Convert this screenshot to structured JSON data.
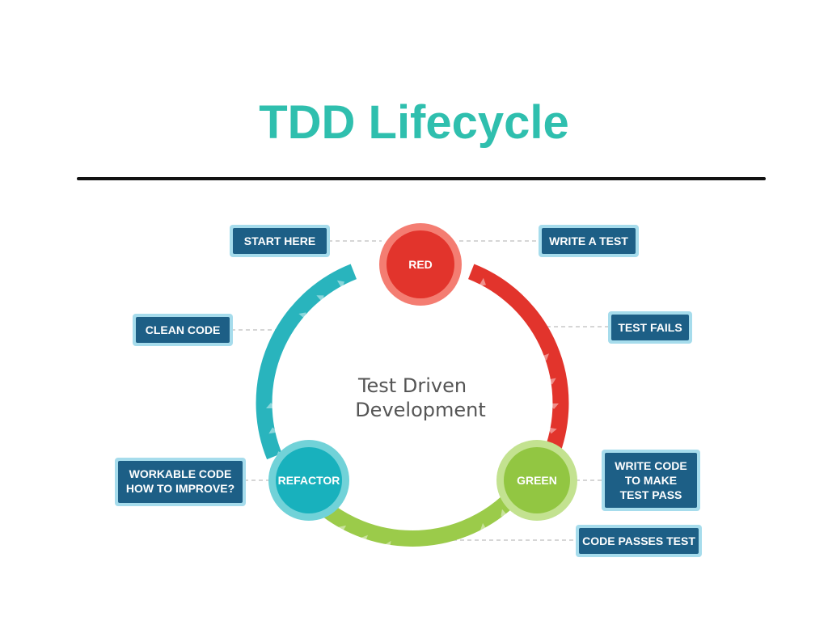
{
  "title": "TDD Lifecycle",
  "center_label": [
    "Test Driven",
    "Development"
  ],
  "nodes": {
    "red": "RED",
    "green": "GREEN",
    "refactor": "REFACTOR"
  },
  "labels": {
    "start_here": [
      "START HERE"
    ],
    "write_a_test": [
      "WRITE A TEST"
    ],
    "test_fails": [
      "TEST FAILS"
    ],
    "clean_code": [
      "CLEAN CODE"
    ],
    "workable_code": [
      "WORKABLE CODE",
      "HOW TO IMPROVE?"
    ],
    "write_code": [
      "WRITE CODE",
      "TO MAKE",
      "TEST PASS"
    ],
    "code_passes": [
      "CODE PASSES TEST"
    ]
  },
  "colors": {
    "title": "#2fbfae",
    "box_fill": "#1d5f86",
    "box_border": "#a6dcec",
    "connector": "#c8c8c8",
    "red_arc": "#e2342c",
    "red_node": "#e2342c",
    "red_node_ring": "#f47d72",
    "green_arc": "#9bcb4a",
    "green_node": "#92c642",
    "green_node_ring": "#c3e290",
    "teal_arc": "#29b4bd",
    "teal_node": "#18b1bd",
    "teal_node_ring": "#71d2d8",
    "center_text": "#555555"
  }
}
